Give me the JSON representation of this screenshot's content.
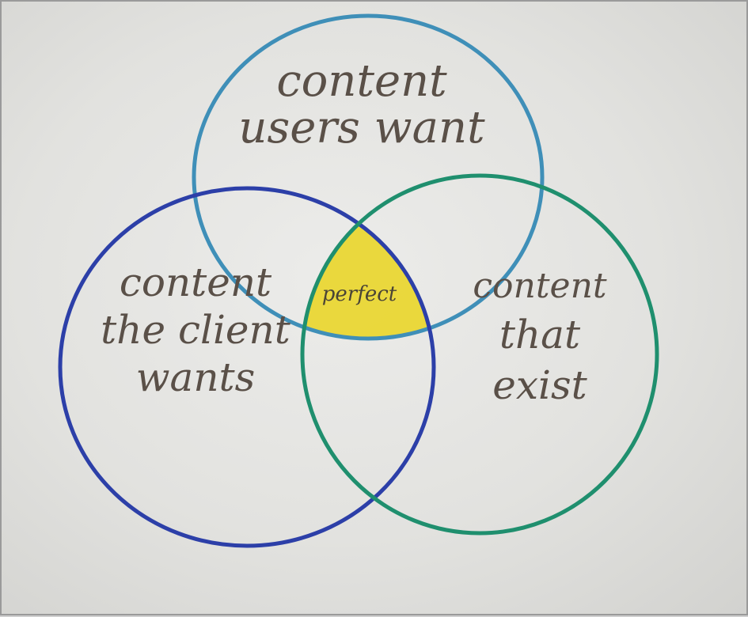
{
  "diagram": {
    "circles": {
      "users": {
        "lines": [
          "content",
          "users want"
        ],
        "color": "#3f8fb8"
      },
      "client": {
        "lines": [
          "content",
          "the client",
          "wants"
        ],
        "color": "#2c3fa8"
      },
      "exist": {
        "lines": [
          "content",
          "that",
          "exist"
        ],
        "color": "#1f8f6e"
      }
    },
    "intersection": {
      "label": "perfect",
      "fill": "#e9d62e"
    }
  }
}
